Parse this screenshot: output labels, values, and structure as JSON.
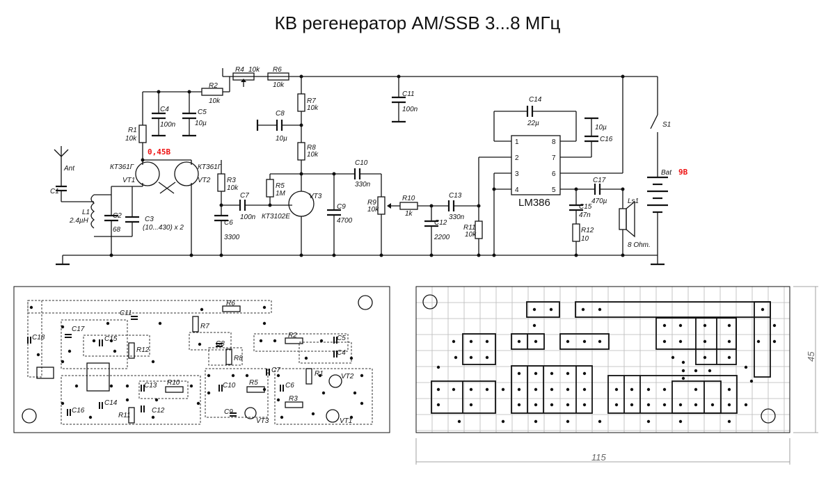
{
  "title": "КВ регенератор AM/SSB 3...8 МГц",
  "schematic": {
    "components": {
      "r1": "R1",
      "r1_val": "10k",
      "r2": "R2",
      "r2_val": "10k",
      "r3": "R3",
      "r3_val": "10k",
      "r4": "R4",
      "r4_val": "10k",
      "r5": "R5",
      "r5_val": "1M",
      "r6": "R6",
      "r6_val": "10k",
      "r7": "R7",
      "r7_val": "10k",
      "r8": "R8",
      "r8_val": "10k",
      "r9": "R9",
      "r9_val": "10k",
      "r10": "R10",
      "r10_val": "1k",
      "r11": "R11",
      "r11_val": "10k",
      "r12": "R12",
      "r12_val": "10",
      "c1": "C1",
      "c2": "C2",
      "c2_val": "68",
      "c3": "C3",
      "c3_val": "(10...430) x 2",
      "c4": "C4",
      "c4_val": "100n",
      "c5": "C5",
      "c5_val": "10µ",
      "c6": "C6",
      "c6_val": "3300",
      "c7": "C7",
      "c7_val": "100n",
      "c8": "C8",
      "c8_val": "10µ",
      "c9": "C9",
      "c9_val": "4700",
      "c10": "C10",
      "c10_val": "330n",
      "c11": "C11",
      "c11_val": "100n",
      "c12": "C12",
      "c12_val": "2200",
      "c13": "C13",
      "c13_val": "330n",
      "c14": "C14",
      "c14_val": "22µ",
      "c15": "C15",
      "c15_val": "47n",
      "c16": "C16",
      "c16_val": "10µ",
      "c17": "C17",
      "c17_val": "470µ",
      "l1": "L1",
      "l1_val": "2.4µH",
      "vt1": "VT1",
      "vt2": "VT2",
      "vt3": "VT3",
      "vt1_type": "КТ361Г",
      "vt2_type": "КТ361Г",
      "vt3_type": "КТ3102Е",
      "ic": "LM386",
      "ic_pins": [
        "1",
        "2",
        "3",
        "4",
        "8",
        "7",
        "6",
        "5"
      ],
      "ant": "Ant",
      "s1": "S1",
      "bat": "Bat",
      "ls1": "Ls1",
      "ls1_val": "8 Ohm."
    },
    "voltages": {
      "base": "0,45В",
      "battery": "9В"
    }
  },
  "pcb_layout": {
    "labels": [
      "C11",
      "R6",
      "R7",
      "C8",
      "C17",
      "C15",
      "C18",
      "R12",
      "R8",
      "R2",
      "C5",
      "C4",
      "C7",
      "R1",
      "VT2",
      "C13",
      "R10",
      "C10",
      "R5",
      "C6",
      "C14",
      "C16",
      "C12",
      "R11",
      "C9",
      "VT3",
      "R3",
      "VT1"
    ]
  },
  "pcb_dimensions": {
    "width": "115",
    "height": "45"
  }
}
